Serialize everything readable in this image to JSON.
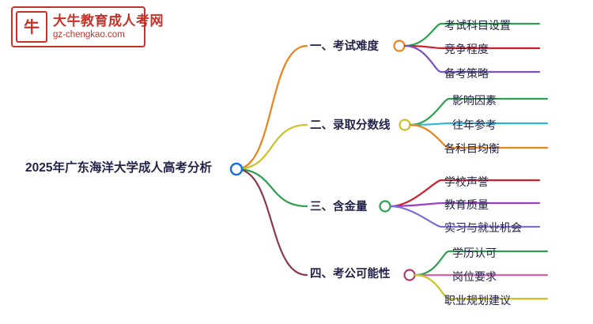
{
  "logo": {
    "mark_icon": "ox-head-icon",
    "mark_char": "牛",
    "title": "大牛教育成人考网",
    "subtitle": "gz-chengkao.com",
    "border_color": "#c4322a",
    "text_color": "#c4322a"
  },
  "mindmap": {
    "root": "2025年广东海洋大学成人高考分析",
    "root_node_color": "#1a6fd4",
    "branches": [
      {
        "label": "一、考试难度",
        "color": "#e8841a",
        "node_color": "#e8841a",
        "leaves": [
          {
            "label": "考试科目设置",
            "color": "#2e9e4f"
          },
          {
            "label": "竞争程度",
            "color": "#cf1f2e"
          },
          {
            "label": "备考策略",
            "color": "#7b4fc0"
          }
        ]
      },
      {
        "label": "二、录取分数线",
        "color": "#c9c02a",
        "node_color": "#c9c02a",
        "leaves": [
          {
            "label": "影响因素",
            "color": "#2e9e4f"
          },
          {
            "label": "往年参考",
            "color": "#2bb5d6"
          },
          {
            "label": "各科目均衡",
            "color": "#e8841a"
          }
        ]
      },
      {
        "label": "三、含金量",
        "color": "#2e9e4f",
        "node_color": "#2e9e4f",
        "leaves": [
          {
            "label": "学校声誉",
            "color": "#cf1f2e"
          },
          {
            "label": "教育质量",
            "color": "#9b3fc0"
          },
          {
            "label": "实习与就业机会",
            "color": "#7b6fd0"
          }
        ]
      },
      {
        "label": "四、考公可能性",
        "color": "#8a3a4a",
        "node_color": "#b03a6a",
        "leaves": [
          {
            "label": "学历认可",
            "color": "#2e9e4f"
          },
          {
            "label": "岗位要求",
            "color": "#e060a8"
          },
          {
            "label": "职业规划建议",
            "color": "#c9c02a"
          }
        ]
      }
    ]
  }
}
